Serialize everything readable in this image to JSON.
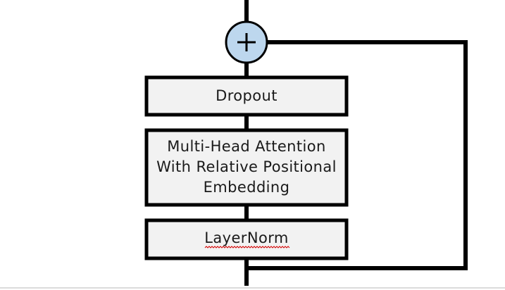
{
  "diagram": {
    "add_node": {
      "symbol": "+",
      "fill": "#bdd7ee"
    },
    "blocks": [
      {
        "id": "dropout",
        "lines": [
          "Dropout"
        ]
      },
      {
        "id": "mhsa",
        "lines": [
          "Multi-Head Attention",
          "With Relative Positional",
          "Embedding"
        ]
      },
      {
        "id": "layernorm",
        "lines": [
          "LayerNorm"
        ]
      }
    ],
    "colors": {
      "block_fill": "#f2f2f2",
      "stroke": "#000000",
      "text": "#1a1a1a"
    }
  }
}
